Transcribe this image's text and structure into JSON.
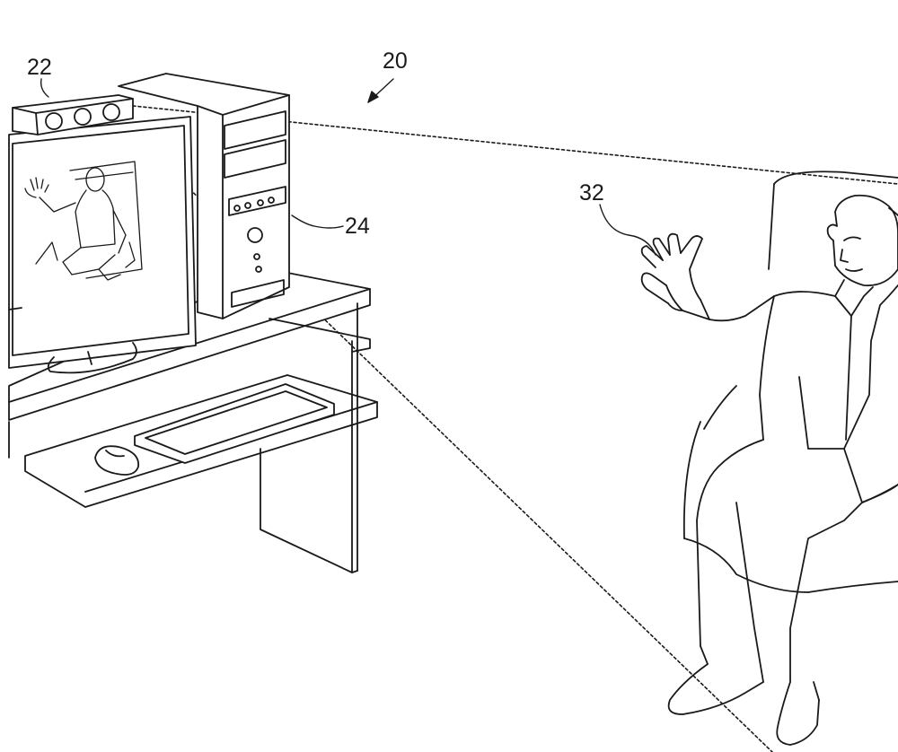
{
  "figure": {
    "reference_numerals": {
      "system": "20",
      "sensor": "22",
      "computer": "24",
      "hand": "32"
    }
  },
  "colors": {
    "ink": "#1a1a1a",
    "background": "#ffffff"
  }
}
